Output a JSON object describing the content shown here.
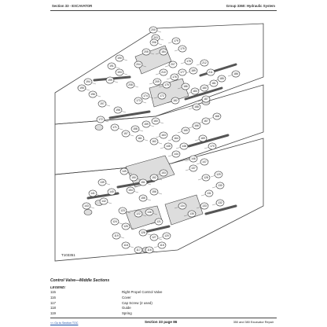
{
  "header": {
    "section": "Section 33 - EXCAVATOR",
    "group": "Group 3360: Hydraulic System"
  },
  "figure": {
    "id": "T103351",
    "callouts": {
      "panel1": [
        "200",
        "203",
        "179",
        "179",
        "178",
        "177",
        "176",
        "175",
        "174",
        "173",
        "172",
        "182",
        "183",
        "180",
        "181",
        "185",
        "186",
        "187",
        "188",
        "189",
        "190",
        "191",
        "193",
        "194",
        "195",
        "196",
        "197",
        "198",
        "199",
        "208",
        "204",
        "205",
        "206",
        "207",
        "210",
        "209",
        "212",
        "211",
        "184",
        "186"
      ],
      "panel2": [
        "172",
        "171",
        "157",
        "158",
        "159",
        "160",
        "161",
        "162",
        "163",
        "164",
        "165",
        "166",
        "167",
        "168",
        "169",
        "170",
        "144",
        "145",
        "146",
        "147",
        "148"
      ],
      "panel3": [
        "149",
        "150",
        "151",
        "152",
        "153",
        "154",
        "155",
        "156",
        "139",
        "140",
        "141",
        "142",
        "143",
        "137",
        "128",
        "129",
        "130",
        "131",
        "132",
        "133",
        "134",
        "135",
        "136",
        "121",
        "122",
        "123",
        "124",
        "125",
        "126",
        "127",
        "120",
        "119",
        "118",
        "117",
        "116",
        "115"
      ]
    }
  },
  "title": "Control Valve—Middle Sections",
  "legend": {
    "label": "LEGEND:",
    "items": [
      {
        "num": "115",
        "text": "Right Propel Control Valve"
      },
      {
        "num": "116",
        "text": "Cover"
      },
      {
        "num": "117",
        "text": "Cap Screw (2 used)"
      },
      {
        "num": "118",
        "text": "Guide"
      },
      {
        "num": "119",
        "text": "Spring"
      }
    ]
  },
  "footer": {
    "link": "<< Go to Section TOC",
    "page": "Section 33 page 86",
    "manual": "350 and 380 Excavator Repair"
  }
}
